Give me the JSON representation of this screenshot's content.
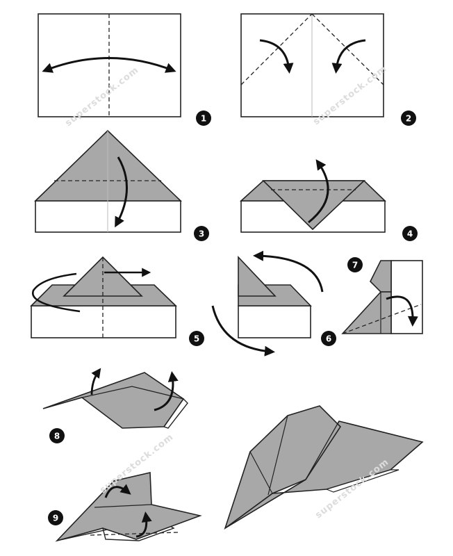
{
  "steps": [
    {
      "number": "1"
    },
    {
      "number": "2"
    },
    {
      "number": "3"
    },
    {
      "number": "4"
    },
    {
      "number": "5"
    },
    {
      "number": "6"
    },
    {
      "number": "7"
    },
    {
      "number": "8"
    },
    {
      "number": "9"
    }
  ],
  "watermark": "superstock.com",
  "colors": {
    "paper": "#ffffff",
    "fold": "#a8a8a8",
    "ink": "#111111",
    "badge": "#111111"
  }
}
